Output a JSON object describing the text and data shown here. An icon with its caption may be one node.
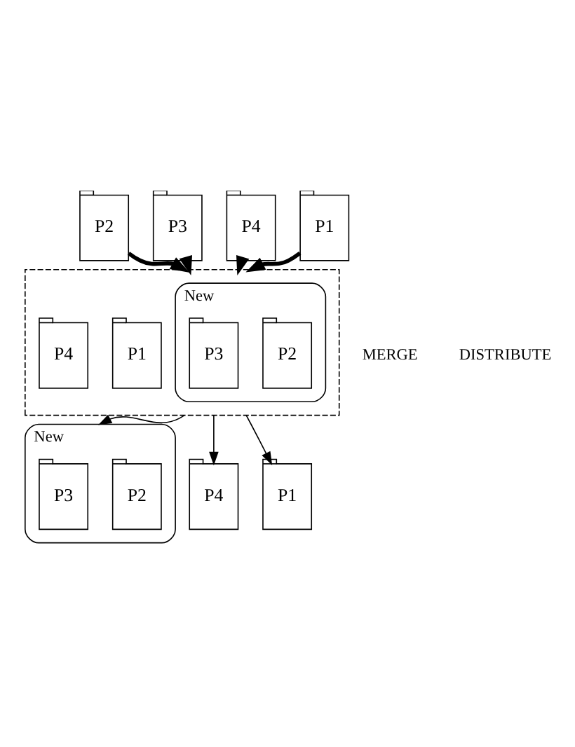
{
  "diagram": {
    "nodes": [
      {
        "text": [
          "P1"
        ]
      },
      {
        "text": [
          "P2"
        ]
      },
      {
        "text": [
          "P3"
        ]
      },
      {
        "text": [
          "P4"
        ]
      },
      {
        "text": [],
        "shape": "box"
      },
      {
        "text": [
          "P1"
        ],
        "in": 4
      },
      {
        "text": [
          "New"
        ],
        "in": 4
      },
      {
        "text": [
          "P2"
        ],
        "in": 6
      },
      {
        "text": [
          "P3"
        ],
        "in": 6
      },
      {
        "text": [
          "P4"
        ],
        "in": 4
      },
      {
        "text": [
          "P1"
        ]
      },
      {
        "text": [
          "New"
        ]
      },
      {
        "text": [
          "P2"
        ],
        "in": 11
      },
      {
        "text": [
          "P3"
        ],
        "in": 11
      },
      {
        "text": [
          "P4"
        ]
      }
    ],
    "edges": [
      {
        "from": 0,
        "to": 4,
        "arrow": "to",
        "style": "thick"
      },
      {
        "from": 1,
        "to": 4,
        "arrow": "to",
        "style": "thick"
      },
      {
        "from": 2,
        "to": 4,
        "arrow": "to",
        "style": "thick"
      },
      {
        "from": 3,
        "to": 4,
        "arrow": "to",
        "style": "thick"
      },
      {
        "from": 4,
        "to": 10,
        "arrow": "to"
      },
      {
        "from": 4,
        "to": 11,
        "arrow": "to"
      },
      {
        "from": 4,
        "to": 14,
        "arrow": "to"
      }
    ],
    "labels": [
      "MERGE",
      "DISTRIBUTE"
    ]
  }
}
